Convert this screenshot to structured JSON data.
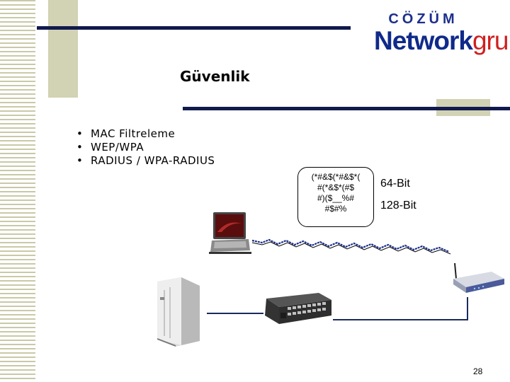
{
  "logo": {
    "top_text": "CÖZÜM",
    "network": "Network",
    "grup": "grup"
  },
  "title": "Güvenlik",
  "bullets": [
    "MAC Filtreleme",
    "WEP/WPA",
    "RADIUS / WPA-RADIUS"
  ],
  "bubble_lines": [
    "(*#&$(*#&$*(",
    "#(*&$*(#$",
    "#)($__%#",
    "#$#%"
  ],
  "bit_labels": [
    "64-Bit",
    "128-Bit"
  ],
  "page_number": "28",
  "colors": {
    "navy": "#101a4c",
    "olive": "#d2d2b4",
    "logo_blue": "#0f2a8a",
    "logo_red": "#d01f1f"
  },
  "icons": [
    "laptop-icon",
    "server-tower-icon",
    "network-switch-icon",
    "wireless-router-icon"
  ]
}
